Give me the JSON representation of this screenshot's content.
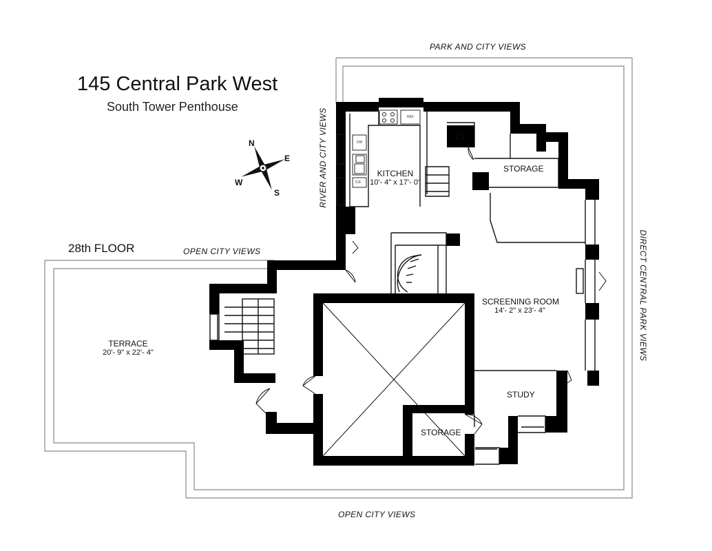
{
  "header": {
    "address": "145 Central Park West",
    "unit": "South Tower Penthouse",
    "floor": "28th FLOOR"
  },
  "views": {
    "north": "PARK AND CITY VIEWS",
    "west": "RIVER AND CITY VIEWS",
    "east": "DIRECT CENTRAL PARK VIEWS",
    "terrace_top": "OPEN CITY VIEWS",
    "south": "OPEN CITY VIEWS"
  },
  "rooms": {
    "kitchen": {
      "name": "KITCHEN",
      "dims": "10'- 4\" x 17'- 0\""
    },
    "closet": {
      "name": "CL"
    },
    "storage_north": {
      "name": "STORAGE"
    },
    "screening": {
      "name": "SCREENING ROOM",
      "dims": "14'- 2\" x 23'- 4\""
    },
    "terrace": {
      "name": "TERRACE",
      "dims": "20'- 9\" x 22'- 4\""
    },
    "study": {
      "name": "STUDY"
    },
    "storage_south": {
      "name": "STORAGE"
    }
  },
  "appliances": {
    "refrigerator": "REF",
    "dishwasher": "DW",
    "ice": "ICE"
  },
  "compass": {
    "n": "N",
    "e": "E",
    "s": "S",
    "w": "W"
  }
}
